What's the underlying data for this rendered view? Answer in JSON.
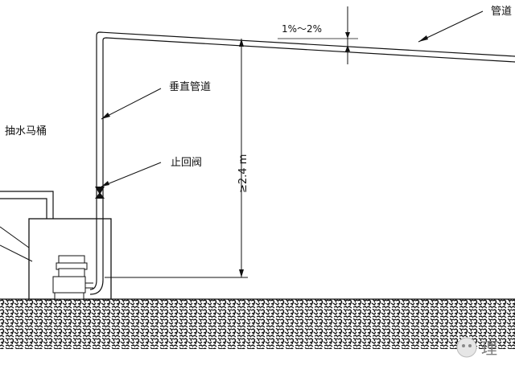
{
  "labels": {
    "pipe": "管道",
    "slope": "1%～2%",
    "vertical_pipe": "垂直管道",
    "pump_toilet": "抽水马桶",
    "check_valve": "止回阀",
    "height": "≥2.4 m"
  },
  "watermark": {
    "text": "理"
  }
}
